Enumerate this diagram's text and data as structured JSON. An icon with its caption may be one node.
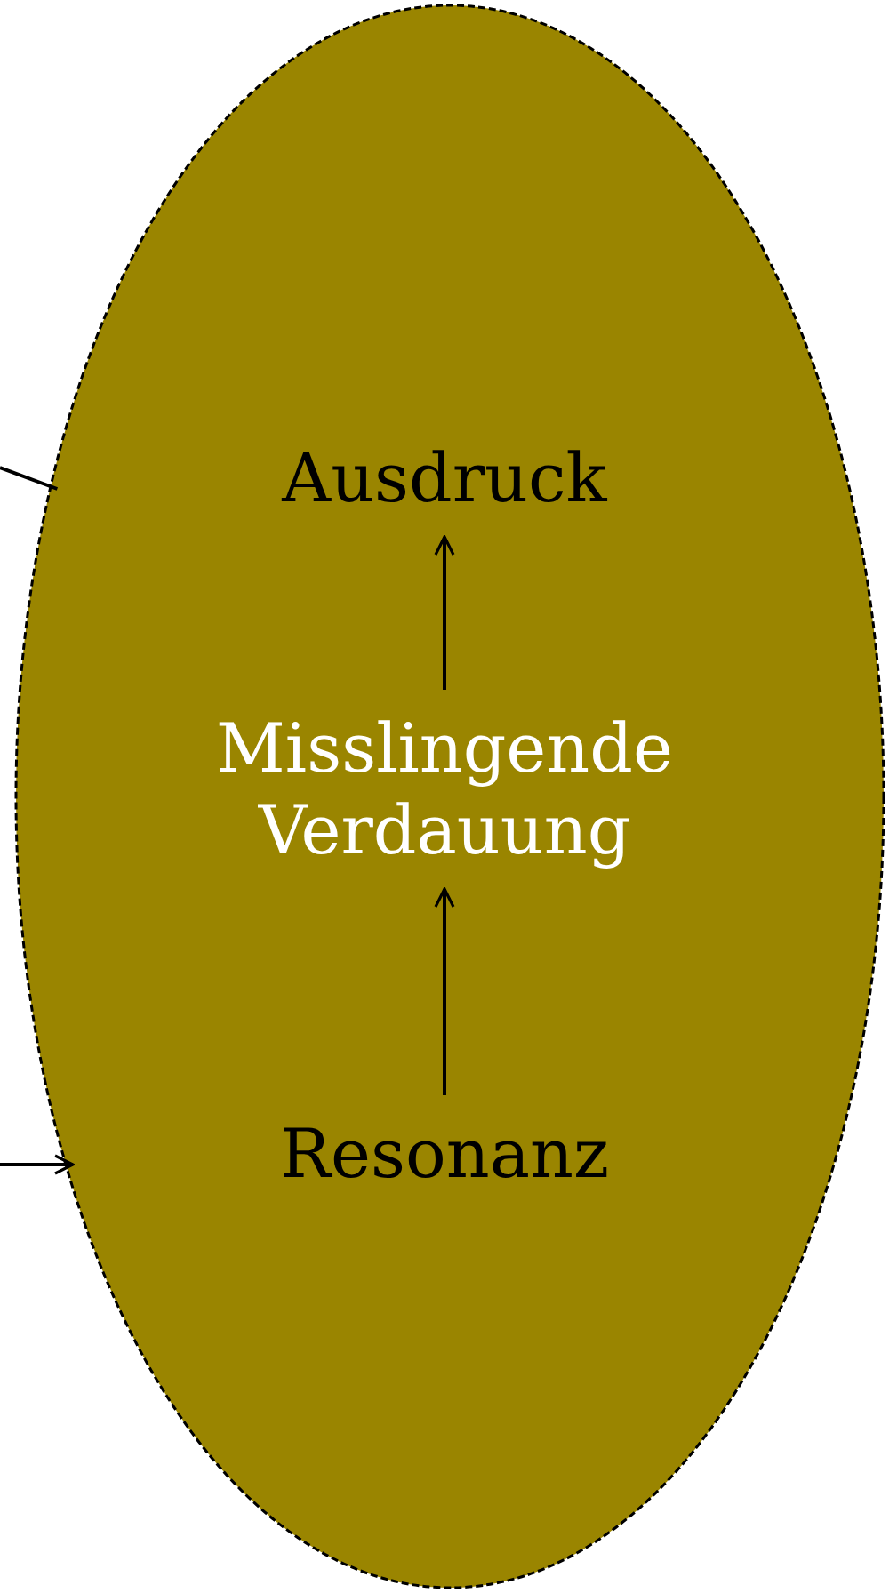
{
  "diagram": {
    "nodes": [
      {
        "text": [],
        "shape": "ellipse"
      },
      {
        "text": [
          "Ausdruck"
        ],
        "in": 0
      },
      {
        "text": [
          "Misslingende Verdauung"
        ],
        "in": 0
      },
      {
        "text": [
          "Resonanz"
        ],
        "in": 0
      }
    ],
    "edges": [
      {
        "from": 3,
        "to": 2,
        "arrow": "to"
      },
      {
        "from": 2,
        "to": 1,
        "arrow": "to"
      },
      {
        "from": null,
        "to": 0,
        "arrow": "none"
      },
      {
        "from": null,
        "to": 0,
        "arrow": "to"
      }
    ]
  }
}
